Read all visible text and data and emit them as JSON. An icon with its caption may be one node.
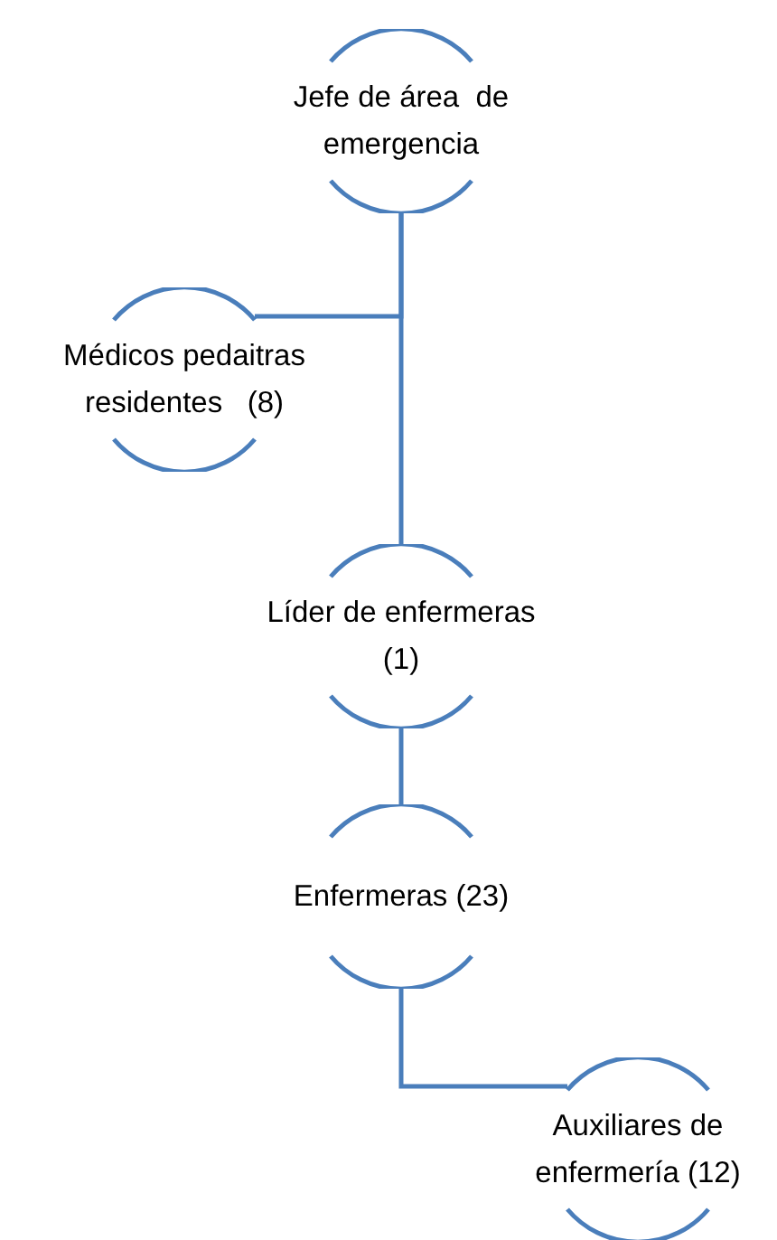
{
  "diagram": {
    "nodes": [
      {
        "text": [
          "Jefe de área  de emergencia"
        ]
      },
      {
        "text": [
          "Médicos pedaitras residentes   (8)"
        ]
      },
      {
        "text": [
          "Líder de enfermeras (1)"
        ]
      },
      {
        "text": [
          "Enfermeras (23)"
        ]
      },
      {
        "text": [
          "Auxiliares de enfermería (12)"
        ]
      }
    ],
    "edges": [
      {
        "from": 0,
        "to": 1,
        "arrow": "none"
      },
      {
        "from": 0,
        "to": 2,
        "arrow": "none"
      },
      {
        "from": 2,
        "to": 3,
        "arrow": "none"
      },
      {
        "from": 3,
        "to": 4,
        "arrow": "none"
      }
    ]
  }
}
